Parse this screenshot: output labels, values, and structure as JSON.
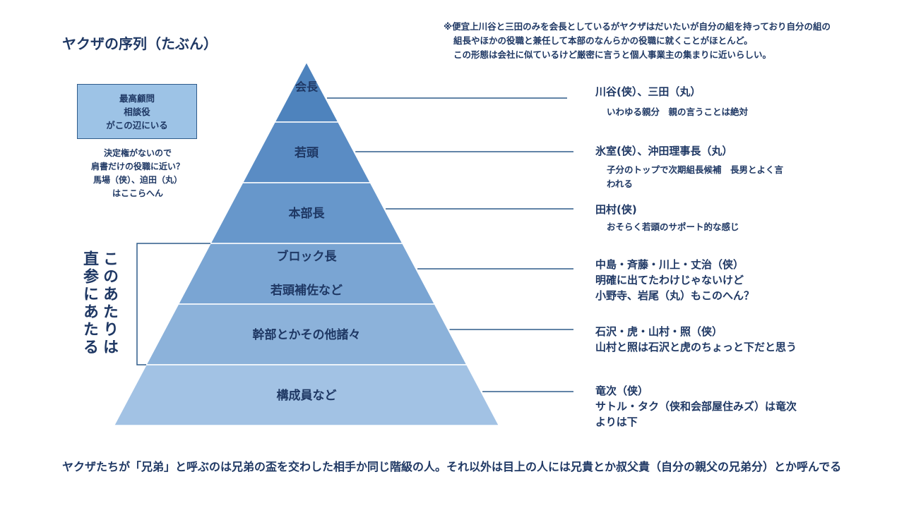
{
  "title": "ヤクザの序列（たぶん）",
  "note": [
    "※便宜上川谷と三田のみを会長としているがヤクザはだいたいが自分の組を持っており自分の組の",
    "組長やほかの役職と兼任して本部のなんらかの役職に就くことがほとんど。",
    "この形態は会社に似ているけど厳密に言うと個人事業主の集まりに近いらしい。"
  ],
  "adviser_box": [
    "最高顧問",
    "相談役",
    "がこの辺にいる"
  ],
  "adviser_note": [
    "決定権がないので",
    "肩書だけの役職に近い？",
    "馬場（侠）、迫田（丸）",
    "はここらへん"
  ],
  "bracket_label": [
    "このあたりは",
    "直参にあたる"
  ],
  "levels": [
    {
      "label": "会長",
      "right_lines": [
        "川谷(侠）、三田（丸）"
      ],
      "right_sub": [
        "いわゆる親分　親の言うことは絶対"
      ]
    },
    {
      "label": "若頭",
      "right_lines": [
        "氷室(侠）、沖田理事長（丸）"
      ],
      "right_sub": [
        "子分のトップで次期組長候補　長男とよく言",
        "われる"
      ]
    },
    {
      "label": "本部長",
      "right_lines": [
        "田村(侠)"
      ],
      "right_sub": [
        "おそらく若頭のサポート的な感じ"
      ]
    },
    {
      "label": "ブロック長",
      "label2": "若頭補佐など",
      "right_lines": [
        "中島・斉藤・川上・丈治（侠）",
        "明確に出てたわけじゃないけど",
        "小野寺、岩尾（丸）もこのへん？"
      ],
      "right_sub": []
    },
    {
      "label": "幹部とかその他諸々",
      "right_lines": [
        "石沢・虎・山村・照（侠）",
        "山村と照は石沢と虎のちょっと下だと思う"
      ],
      "right_sub": []
    },
    {
      "label": "構成員など",
      "right_lines": [
        "竜次（侠）",
        "サトル・タク（侠和会部屋住みズ）は竜次",
        "よりは下"
      ],
      "right_sub": []
    }
  ],
  "footer": "ヤクザたちが「兄弟」と呼ぶのは兄弟の盃を交わした相手か同じ階級の人。それ以外は目上の人には兄貴とか叔父貴（自分の親父の兄弟分）とか呼んでる",
  "colors": {
    "tiers": [
      "#4e83bd",
      "#5a8cc4",
      "#6797cb",
      "#7aa5d3",
      "#8cb2da",
      "#a2c2e4"
    ],
    "text": "#1f3864",
    "line": "#2e5b8a"
  }
}
